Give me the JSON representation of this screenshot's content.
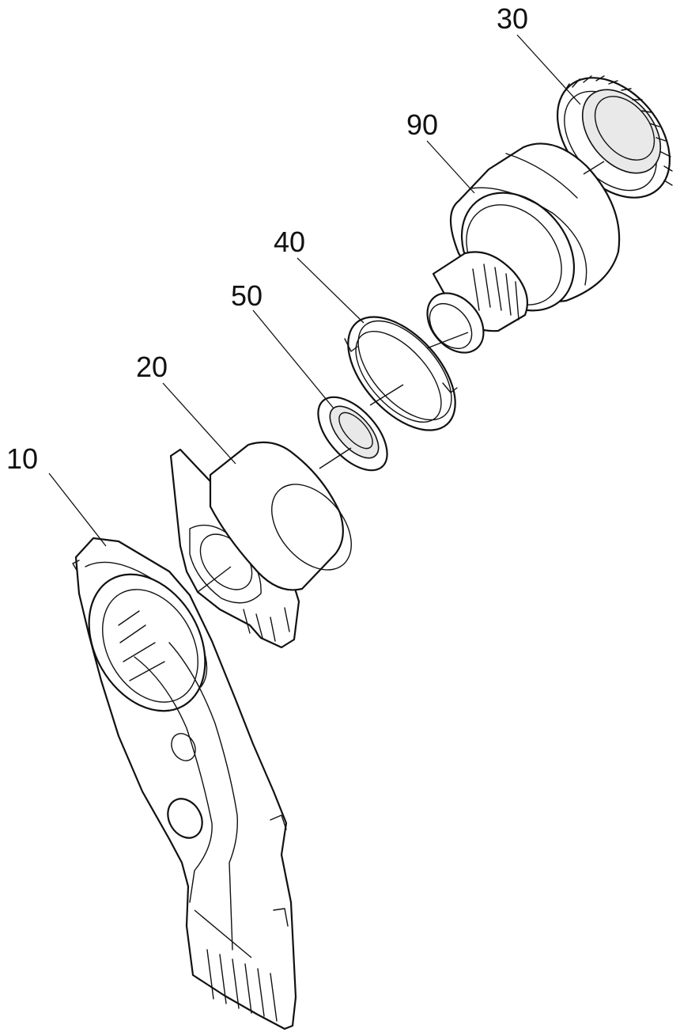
{
  "figure": {
    "labels": [
      {
        "id": "label-30",
        "text": "30"
      },
      {
        "id": "label-90",
        "text": "90"
      },
      {
        "id": "label-40",
        "text": "40"
      },
      {
        "id": "label-50",
        "text": "50"
      },
      {
        "id": "label-20",
        "text": "20"
      },
      {
        "id": "label-10",
        "text": "10"
      }
    ]
  }
}
